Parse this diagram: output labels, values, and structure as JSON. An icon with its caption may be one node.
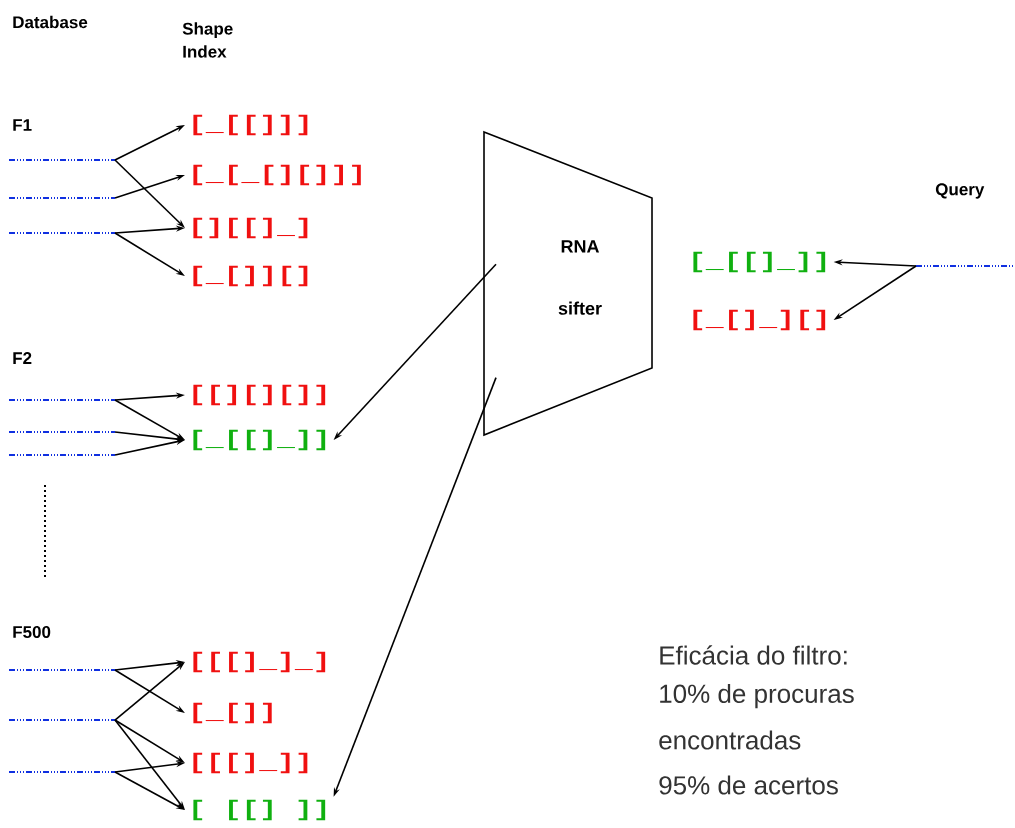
{
  "diagram": {
    "nodes": [
      {
        "text": [],
        "shape": "line"
      },
      {
        "text": [],
        "shape": "line"
      },
      {
        "text": [],
        "shape": "line"
      },
      {
        "text": [
          "[_[[]]]"
        ]
      },
      {
        "text": [
          "[_[_[][]]]"
        ]
      },
      {
        "text": [
          "[][[]_]"
        ]
      },
      {
        "text": [
          "[_[]][]"
        ]
      },
      {
        "text": [
          "RNA sifter"
        ]
      },
      {
        "text": [
          "[_[[]_]]"
        ]
      },
      {
        "text": [
          "[_[]_][]"
        ]
      },
      {
        "text": [],
        "shape": "line"
      },
      {
        "text": [],
        "shape": "line"
      },
      {
        "text": [],
        "shape": "line"
      },
      {
        "text": [],
        "shape": "line"
      },
      {
        "text": [
          "[[][][]]"
        ]
      },
      {
        "text": [
          "[_[[]_]]"
        ]
      },
      {
        "text": [],
        "shape": "line"
      },
      {
        "text": [],
        "shape": "line"
      },
      {
        "text": [],
        "shape": "line"
      },
      {
        "text": [
          "[[[]_]_]"
        ]
      },
      {
        "text": [
          "[_[]]"
        ]
      },
      {
        "text": [
          "[[[]_]]"
        ]
      },
      {
        "text": [
          "[ [[] ]]"
        ]
      }
    ],
    "edges": [
      {
        "from": 0,
        "to": 3,
        "arrow": "to"
      },
      {
        "from": 0,
        "to": 5,
        "arrow": "to"
      },
      {
        "from": 1,
        "to": 4,
        "arrow": "to"
      },
      {
        "from": 2,
        "to": 5,
        "arrow": "to"
      },
      {
        "from": 2,
        "to": 6,
        "arrow": "to"
      },
      {
        "from": 10,
        "to": 8,
        "arrow": "to"
      },
      {
        "from": 10,
        "to": 9,
        "arrow": "to"
      },
      {
        "from": 7,
        "to": 15,
        "arrow": "to"
      },
      {
        "from": 11,
        "to": 14,
        "arrow": "to"
      },
      {
        "from": 11,
        "to": 15,
        "arrow": "to"
      },
      {
        "from": 12,
        "to": 15,
        "arrow": "to"
      },
      {
        "from": 13,
        "to": 15,
        "arrow": "to"
      },
      {
        "from": 7,
        "to": 22,
        "arrow": "to"
      },
      {
        "from": 16,
        "to": 19,
        "arrow": "to"
      },
      {
        "from": 16,
        "to": 20,
        "arrow": "to"
      },
      {
        "from": 17,
        "to": 19,
        "arrow": "to"
      },
      {
        "from": 17,
        "to": 21,
        "arrow": "to"
      },
      {
        "from": 17,
        "to": 22,
        "arrow": "to"
      },
      {
        "from": 18,
        "to": 21,
        "arrow": "to"
      },
      {
        "from": 18,
        "to": 22,
        "arrow": "to"
      }
    ],
    "labels": [
      "Database",
      "Shape Index",
      "F1",
      "Query",
      "F2",
      "F500",
      "Eficácia do filtro:",
      "10% de procuras",
      "encontradas",
      "95% de acertos"
    ]
  }
}
